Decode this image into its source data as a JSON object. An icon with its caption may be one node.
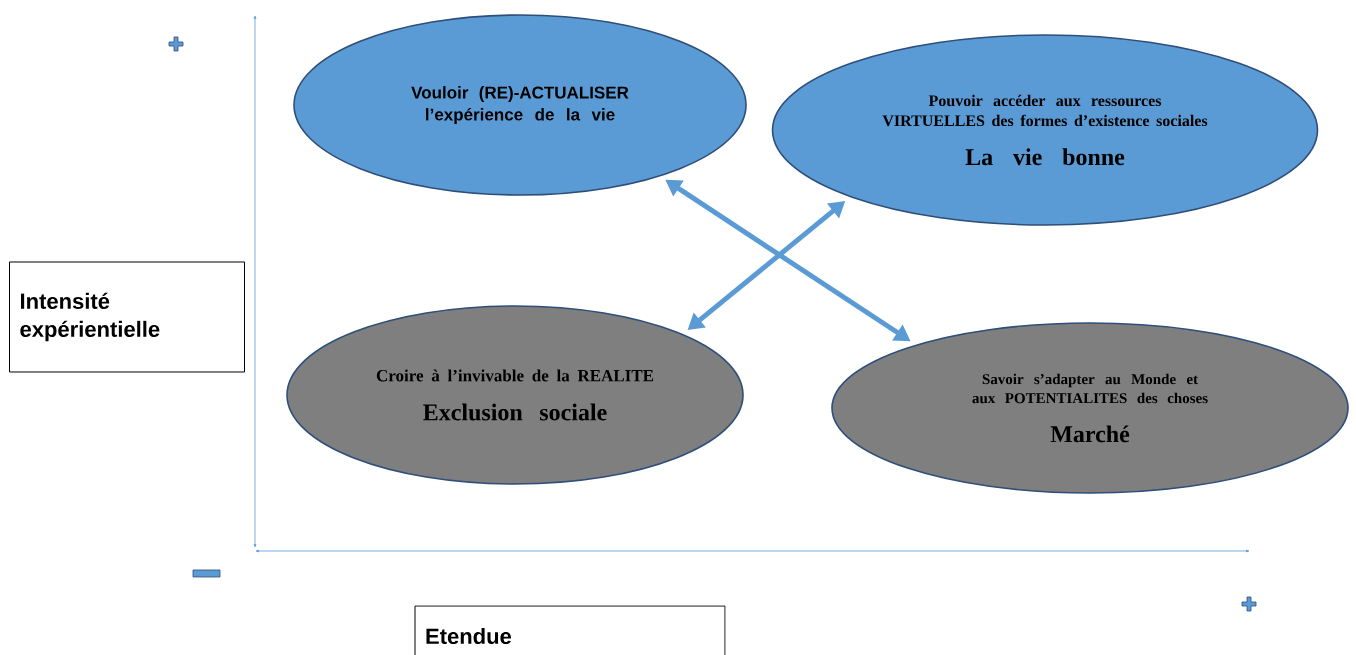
{
  "diagram": {
    "nodes": [
      {
        "text": [
          "Vouloir  (RE)-ACTUALISER l’expérience de la vie"
        ]
      },
      {
        "text": [
          "Pouvoir accéder aux ressources VIRTUELLES des  formes d’existence sociales",
          "La vie bonne"
        ]
      },
      {
        "text": [
          "Croire à l’invivable de la REALITE",
          "Exclusion sociale"
        ]
      },
      {
        "text": [
          "Savoir s’adapter au Monde et aux POTENTIALITES des choses",
          "Marché"
        ]
      },
      {
        "text": [
          "Intensité expérientielle"
        ]
      },
      {
        "text": [
          "Etendue"
        ]
      }
    ],
    "edges": [
      {
        "from": 2,
        "to": 1,
        "arrow": "both"
      },
      {
        "from": 0,
        "to": 3,
        "arrow": "both"
      }
    ]
  }
}
